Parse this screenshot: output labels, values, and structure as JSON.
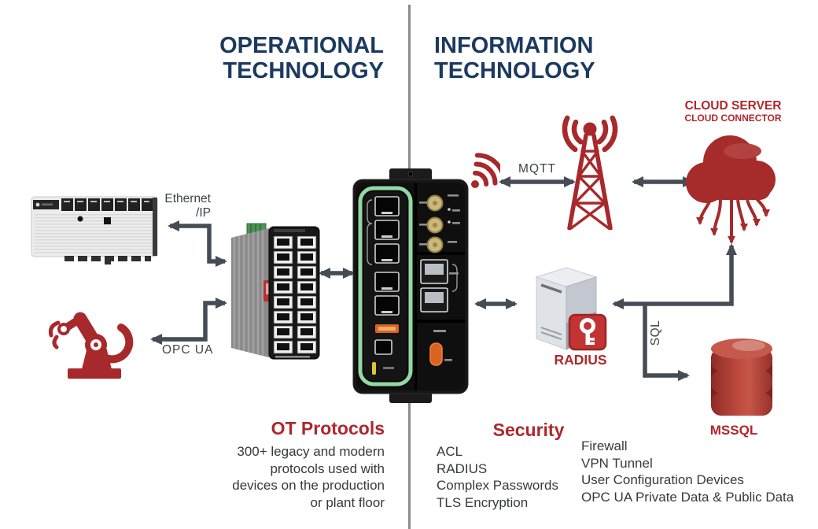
{
  "titles": {
    "ot_line1": "OPERATIONAL",
    "ot_line2": "TECHNOLOGY",
    "it_line1": "INFORMATION",
    "it_line2": "TECHNOLOGY"
  },
  "labels": {
    "cloud_server": "CLOUD SERVER",
    "cloud_connector": "CLOUD CONNECTOR",
    "mqtt": "MQTT",
    "ethernet_line1": "Ethernet",
    "ethernet_line2": "/IP",
    "opc_ua": "OPC UA",
    "sql": "SQL",
    "radius": "RADIUS",
    "mssql": "MSSQL"
  },
  "sections": {
    "ot_protocols": {
      "heading": "OT Protocols",
      "lines": [
        "300+ legacy and modern",
        "protocols used with",
        "devices on the production",
        "or plant floor"
      ]
    },
    "security": {
      "heading": "Security",
      "items": [
        "ACL",
        "RADIUS",
        "Complex Passwords",
        "TLS Encryption"
      ]
    },
    "it_features": {
      "items": [
        "Firewall",
        "VPN Tunnel",
        "User Configuration Devices",
        "OPC UA Private Data & Public Data"
      ]
    }
  },
  "icons": {
    "plc": "plc-controller-icon",
    "robot": "robot-arm-icon",
    "switch": "ethernet-switch-icon",
    "gateway": "gateway-device-icon",
    "wifi": "wifi-signal-icon",
    "tower": "cell-tower-icon",
    "cloud": "cloud-connector-icon",
    "radius_server": "radius-server-icon",
    "key": "key-icon",
    "database": "mssql-database-icon"
  },
  "colors": {
    "navy": "#1c3a60",
    "accent_red": "#a62b2b",
    "arrow_gray": "#454c55",
    "divider_gray": "#8b8b8b",
    "text_gray": "#37393b"
  }
}
